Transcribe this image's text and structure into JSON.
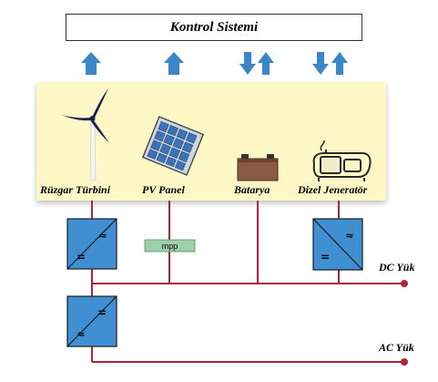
{
  "title": "Kontrol Sistemi",
  "sources": [
    {
      "label": "Rüzgar Türbini",
      "icon": "wind-turbine-icon"
    },
    {
      "label": "PV Panel",
      "icon": "solar-panel-icon"
    },
    {
      "label": "Batarya",
      "icon": "battery-icon"
    },
    {
      "label": "Dizel Jeneratör",
      "icon": "diesel-generator-icon"
    }
  ],
  "mpp_label": "mpp",
  "loads": {
    "dc": "DC Yük",
    "ac": "AC Yük"
  },
  "converter_symbols": {
    "dc": "=",
    "ac": "≈"
  },
  "colors": {
    "panel_bg": "#fdf8c6",
    "arrow": "#3a86c8",
    "converter": "#3f8fd2",
    "bus_line": "#b0243a",
    "mpp_box": "#9ecfa8"
  }
}
